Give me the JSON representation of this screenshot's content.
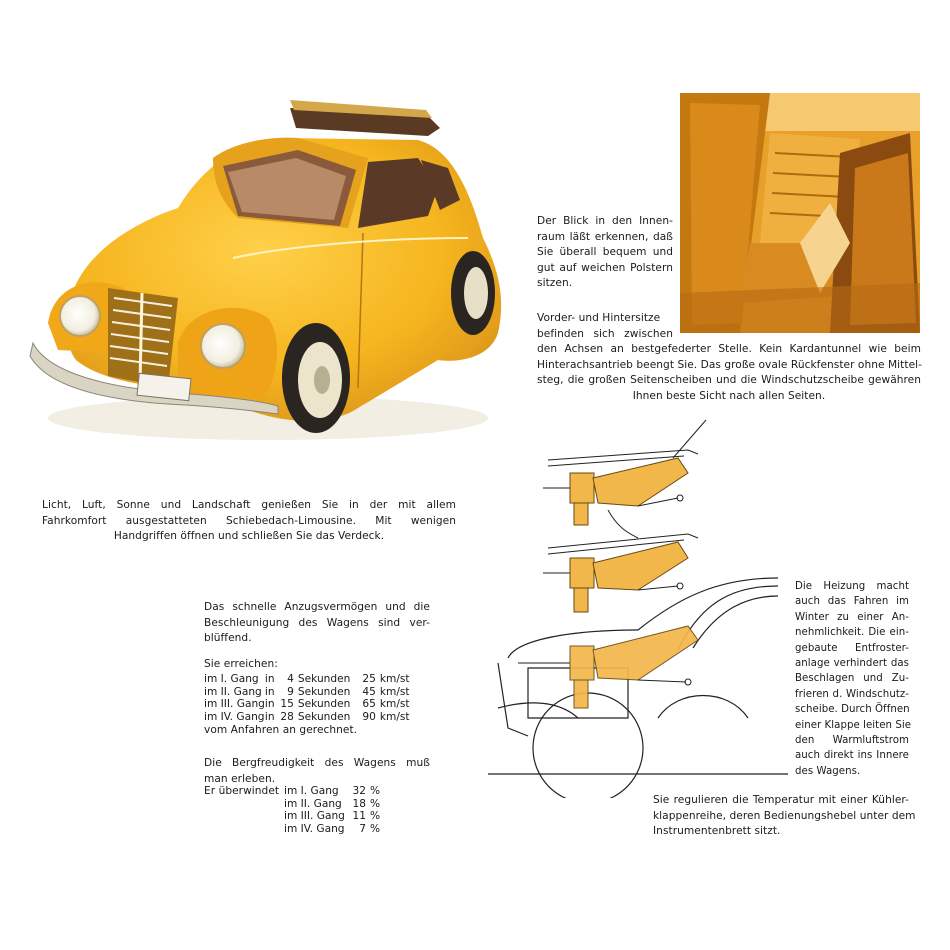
{
  "caption_open_roof": [
    "Licht, Luft, Sonne und Landschaft genießen Sie in der mit allem",
    "Fahrkomfort ausgestatteten Schiebedach-Limousine. Mit wenigen",
    "Handgriffen öffnen und schließen Sie das Verdeck."
  ],
  "caption_interior": [
    "Der Blick in den Innen-",
    "raum läßt erkennen, daß",
    "Sie überall bequem und",
    "gut auf weichen Polstern",
    "sitzen."
  ],
  "caption_seats": [
    "Vorder- und Hintersitze",
    "befinden sich zwischen",
    "den Achsen an bestgefederter Stelle. Kein Kardantunnel wie beim",
    "Hinterachsantrieb beengt Sie. Das große ovale Rückfenster ohne Mittel-",
    "steg, die großen Seitenscheiben und die Windschutzscheibe gewähren",
    "Ihnen beste Sicht nach allen Seiten."
  ],
  "acceleration": {
    "intro": [
      "Das schnelle Anzugsvermögen und die",
      "Beschleunigung des Wagens sind ver-",
      "blüffend."
    ],
    "heading": "Sie erreichen:",
    "rows": [
      {
        "gear": "im  I. Gang",
        "in": "in",
        "sec": "4",
        "unit": "Sekunden",
        "kmh": "25",
        "kmunit": "km/st"
      },
      {
        "gear": "im II. Gang",
        "in": "in",
        "sec": "9",
        "unit": "Sekunden",
        "kmh": "45",
        "kmunit": "km/st"
      },
      {
        "gear": "im III. Gang",
        "in": "in",
        "sec": "15",
        "unit": "Sekunden",
        "kmh": "65",
        "kmunit": "km/st"
      },
      {
        "gear": "im IV. Gang",
        "in": "in",
        "sec": "28",
        "unit": "Sekunden",
        "kmh": "90",
        "kmunit": "km/st"
      }
    ],
    "footer": "vom Anfahren an gerechnet."
  },
  "climbing": {
    "intro": [
      "Die Bergfreudigkeit des Wagens muß",
      "man erleben."
    ],
    "lead": "Er überwindet",
    "rows": [
      {
        "gear": "im  I. Gang",
        "pct": "32",
        "unit": "%"
      },
      {
        "gear": "im  II. Gang",
        "pct": "18",
        "unit": "%"
      },
      {
        "gear": "im  III. Gang",
        "pct": "11",
        "unit": "%"
      },
      {
        "gear": "im IV. Gang",
        "pct": "7",
        "unit": "%"
      }
    ]
  },
  "caption_heating": [
    "Die Heizung macht",
    "auch das Fahren im",
    "Winter zu einer An-",
    "nehmlichkeit. Die ein-",
    "gebaute Entfroster-",
    "anlage verhindert das",
    "Beschlagen und Zu-",
    "frieren d. Windschutz-",
    "scheibe. Durch Öffnen",
    "einer Klappe leiten Sie",
    "den Warmluftstrom",
    "auch direkt ins Innere",
    "des Wagens."
  ],
  "caption_temperature": [
    "Sie regulieren die Temperatur mit einer Kühler-",
    "klappenreihe, deren Bedienungshebel unter dem",
    "Instrumentenbrett sitzt."
  ],
  "colors": {
    "car_yellow": "#f5b51e",
    "interior_orange": "#e8a02a",
    "diagram_yellow": "#f2b74a"
  }
}
